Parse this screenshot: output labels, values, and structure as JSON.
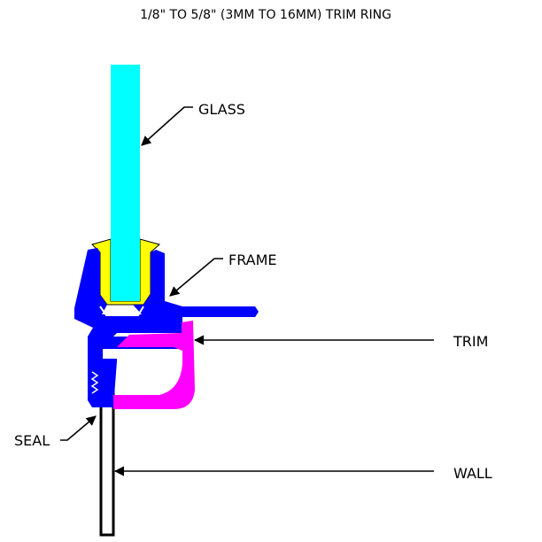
{
  "title": "1/8\" TO 5/8\" (3MM TO 16MM) TRIM RING",
  "labels": {
    "glass": "GLASS",
    "frame": "FRAME",
    "trim": "TRIM",
    "seal": "SEAL",
    "wall": "WALL"
  },
  "colors": {
    "glass": "#00FFFF",
    "frame": "#0000FF",
    "gasket": "#FFFF00",
    "trim": "#FF00FF",
    "outline": "#000000"
  }
}
